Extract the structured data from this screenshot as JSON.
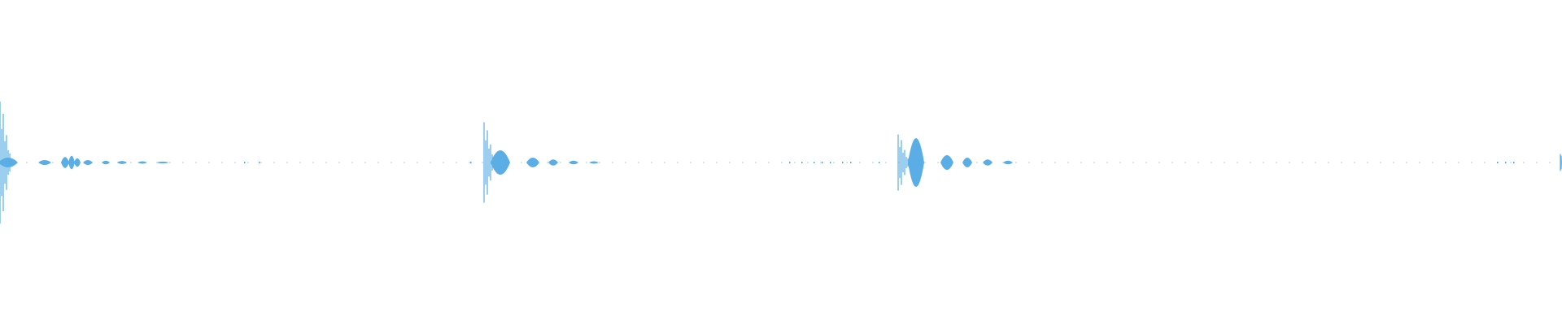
{
  "waveform": {
    "color": "#5aaee5",
    "background": "#ffffff",
    "description_type": "audio-waveform",
    "events": [
      {
        "name": "transient-1",
        "peak_level": 1.0
      },
      {
        "name": "transient-2",
        "peak_level": 0.66
      },
      {
        "name": "transient-3",
        "peak_level": 0.46
      },
      {
        "name": "transient-4",
        "peak_level": 0.14
      }
    ]
  }
}
